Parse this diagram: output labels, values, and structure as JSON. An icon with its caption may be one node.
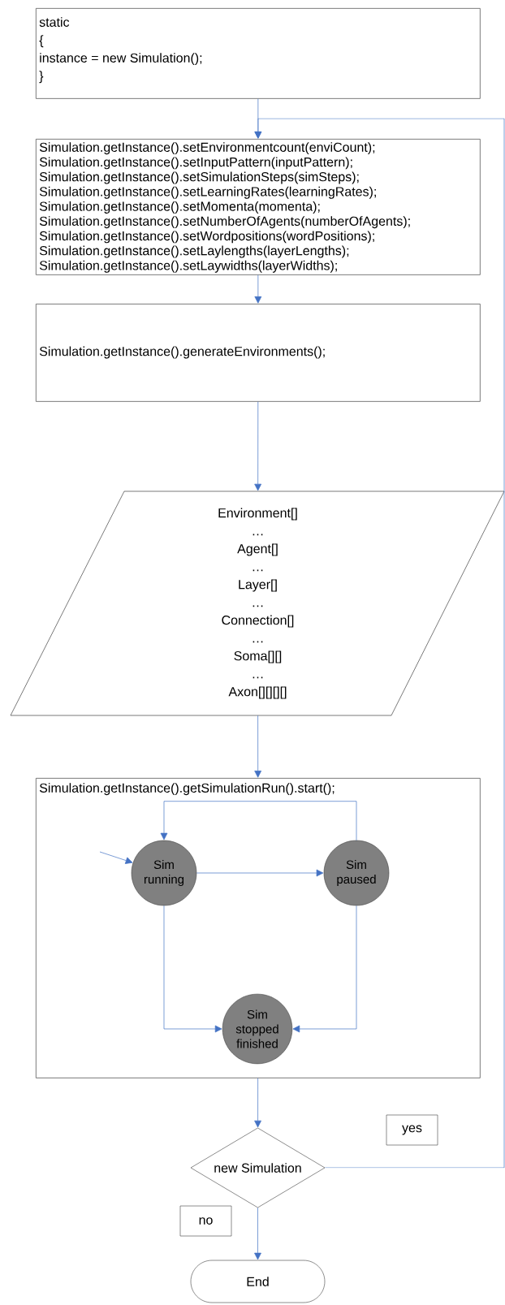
{
  "diagram": {
    "nodes": [
      {
        "text": [
          "static",
          "{",
          "instance = new Simulation();",
          "}"
        ]
      },
      {
        "text": [
          "Simulation.getInstance().setEnvironmentcount(enviCount);",
          "Simulation.getInstance().setInputPattern(inputPattern);",
          "Simulation.getInstance().setSimulationSteps(simSteps);",
          "Simulation.getInstance().setLearningRates(learningRates);",
          "Simulation.getInstance().setMomenta(momenta);",
          "Simulation.getInstance().setNumberOfAgents(numberOfAgents);",
          "Simulation.getInstance().setWordpositions(wordPositions);",
          "Simulation.getInstance().setLaylengths(layerLengths);",
          "Simulation.getInstance().setLaywidths(layerWidths);"
        ]
      },
      {
        "text": [
          "Simulation.getInstance().generateEnvironments();"
        ]
      },
      {
        "text": [
          "Environment[]",
          "…",
          "Agent[]",
          "…",
          "Layer[]",
          "…",
          "Connection[]",
          "…",
          "Soma[][]",
          "…",
          "Axon[][][][]"
        ]
      },
      {
        "text": [
          "Simulation.getInstance().getSimulationRun().start();"
        ]
      },
      {
        "text": [
          "Sim running"
        ],
        "in": 4
      },
      {
        "text": [
          "Sim paused"
        ],
        "in": 4
      },
      {
        "text": [
          "Sim stopped finished"
        ],
        "in": 4
      },
      {
        "text": [
          "new Simulation"
        ]
      },
      {
        "text": [
          "yes"
        ]
      },
      {
        "text": [
          "no"
        ]
      },
      {
        "text": [
          "End"
        ]
      }
    ],
    "edges": [
      {
        "from": 0,
        "to": 1,
        "arrow": "to"
      },
      {
        "from": 1,
        "to": 2,
        "arrow": "to"
      },
      {
        "from": 2,
        "to": 3,
        "arrow": "to"
      },
      {
        "from": 3,
        "to": 4,
        "arrow": "to"
      },
      {
        "from": null,
        "to": 5,
        "arrow": "to"
      },
      {
        "from": 5,
        "to": 6,
        "arrow": "to"
      },
      {
        "from": 6,
        "to": 5,
        "arrow": "to"
      },
      {
        "from": 5,
        "to": 7,
        "arrow": "to"
      },
      {
        "from": 6,
        "to": 7,
        "arrow": "to"
      },
      {
        "from": 4,
        "to": 8,
        "arrow": "to"
      },
      {
        "from": 8,
        "to": 11,
        "arrow": "to"
      },
      {
        "from": 8,
        "to": 1,
        "arrow": "to"
      }
    ]
  }
}
